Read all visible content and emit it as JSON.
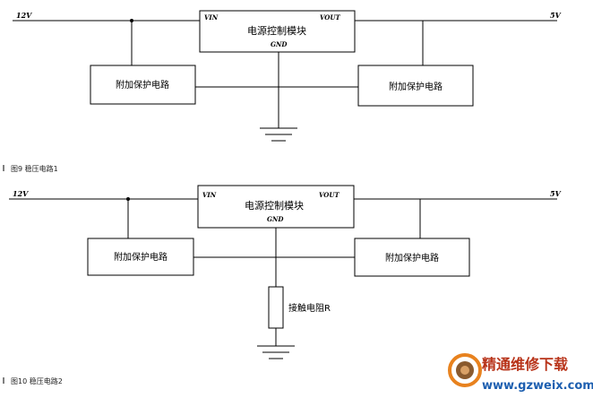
{
  "diagram1": {
    "input_label": "12V",
    "output_label": "5V",
    "vin_label": "VIN",
    "vout_label": "VOUT",
    "gnd_label": "GND",
    "module_label": "电源控制模块",
    "left_block_label": "附加保护电路",
    "right_block_label": "附加保护电路",
    "caption": "图9  稳压电路1"
  },
  "diagram2": {
    "input_label": "12V",
    "output_label": "5V",
    "vin_label": "VIN",
    "vout_label": "VOUT",
    "gnd_label": "GND",
    "module_label": "电源控制模块",
    "left_block_label": "附加保护电路",
    "right_block_label": "附加保护电路",
    "resistor_label": "接触电阻R",
    "caption": "图10  稳压电路2"
  },
  "watermark": {
    "name": "精通维修下载",
    "url": "www.gzweix.com"
  },
  "colors": {
    "line": "#000000",
    "watermark_red": "#b8341a",
    "watermark_blue": "#1d5fb0",
    "logo_orange": "#e8821e"
  }
}
